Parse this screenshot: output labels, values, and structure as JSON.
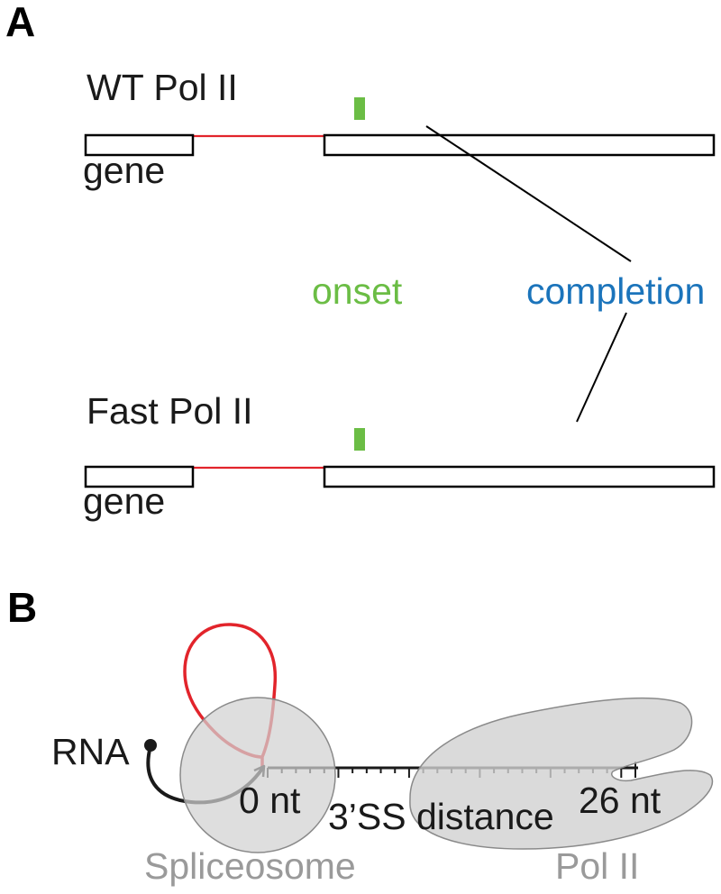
{
  "panel_a": {
    "label": "A",
    "wt": {
      "title": "WT Pol II",
      "gene_label": "gene"
    },
    "fast": {
      "title": "Fast Pol II",
      "gene_label": "gene"
    },
    "onset_label": "onset",
    "completion_label": "completion"
  },
  "panel_b": {
    "label": "B",
    "rna_label": "RNA",
    "ruler": {
      "range_nt": [
        0,
        26
      ],
      "start_label": "0 nt",
      "axis_label": "3’SS distance",
      "end_label": "26 nt"
    },
    "spliceosome_label": "Spliceosome",
    "pol2_label": "Pol II"
  },
  "colors": {
    "onset": "#6bbd45",
    "completion": "#1b74bb",
    "intron": "#e2242b",
    "complex_fill": "#d1d1d1",
    "complex_label": "#9a9a9a"
  }
}
